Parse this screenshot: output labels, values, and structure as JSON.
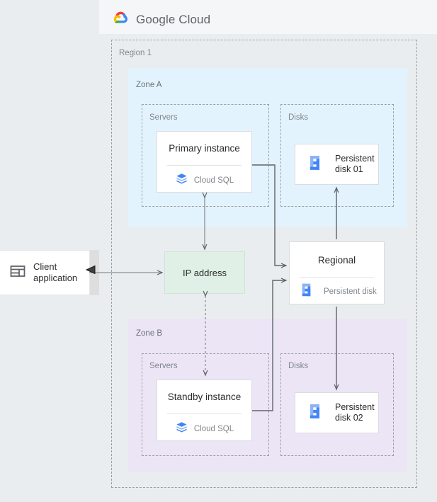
{
  "header": {
    "logo_icon": "google-cloud-logo-icon",
    "brand_bold": "Google",
    "brand_light": " Cloud"
  },
  "region": {
    "label": "Region 1"
  },
  "zones": [
    {
      "id": "zone-a",
      "label": "Zone A",
      "color": "#e3f3fd",
      "groups": [
        {
          "id": "servers",
          "label": "Servers"
        },
        {
          "id": "disks",
          "label": "Disks"
        }
      ],
      "instance": {
        "title": "Primary instance",
        "icon": "cloud-sql-icon",
        "service": "Cloud SQL"
      },
      "disk": {
        "icon": "persistent-disk-icon",
        "line1": "Persistent",
        "line2": "disk 01"
      }
    },
    {
      "id": "zone-b",
      "label": "Zone B",
      "color": "#ece5f6",
      "groups": [
        {
          "id": "servers",
          "label": "Servers"
        },
        {
          "id": "disks",
          "label": "Disks"
        }
      ],
      "instance": {
        "title": "Standby instance",
        "icon": "cloud-sql-icon",
        "service": "Cloud SQL"
      },
      "disk": {
        "icon": "persistent-disk-icon",
        "line1": "Persistent",
        "line2": "disk 02"
      }
    }
  ],
  "regional": {
    "title": "Regional",
    "icon": "persistent-disk-icon",
    "service": "Persistent disk"
  },
  "ip_address": {
    "label": "IP address",
    "color": "#e0f0e6"
  },
  "client": {
    "icon": "client-window-icon",
    "line1": "Client",
    "line2": "application"
  },
  "pointer": {
    "icon": "mouse-cursor-icon"
  },
  "colors": {
    "canvas": "#eaedef",
    "header": "#f5f6f7",
    "zone_a": "#e3f3fd",
    "zone_b": "#ece5f6",
    "ip_box": "#e0f0e6",
    "dashed_border": "#9aa0a6",
    "card_border": "#dadce0",
    "connector": "#5f6368",
    "icon_blue_dark": "#4285f4",
    "icon_blue_light": "#8ab4f8",
    "text_primary": "#2b2b2b",
    "text_secondary": "#80868b"
  },
  "connectors": [
    {
      "id": "client-to-ip",
      "from": "client-application",
      "to": "ip-address",
      "style": "solid",
      "direction": "one-way"
    },
    {
      "id": "primary-to-ip",
      "from": "primary-instance",
      "to": "ip-address",
      "style": "solid",
      "direction": "two-way"
    },
    {
      "id": "ip-to-standby",
      "from": "ip-address",
      "to": "standby-instance",
      "style": "dashed",
      "direction": "two-way"
    },
    {
      "id": "primary-to-regional",
      "from": "primary-instance",
      "to": "regional-persistent-disk",
      "style": "solid",
      "direction": "one-way"
    },
    {
      "id": "standby-to-regional",
      "from": "standby-instance",
      "to": "regional-persistent-disk",
      "style": "solid",
      "direction": "one-way"
    },
    {
      "id": "regional-to-disk01",
      "from": "regional-persistent-disk",
      "to": "persistent-disk-01",
      "style": "solid",
      "direction": "one-way"
    },
    {
      "id": "regional-to-disk02",
      "from": "regional-persistent-disk",
      "to": "persistent-disk-02",
      "style": "solid",
      "direction": "one-way"
    }
  ]
}
